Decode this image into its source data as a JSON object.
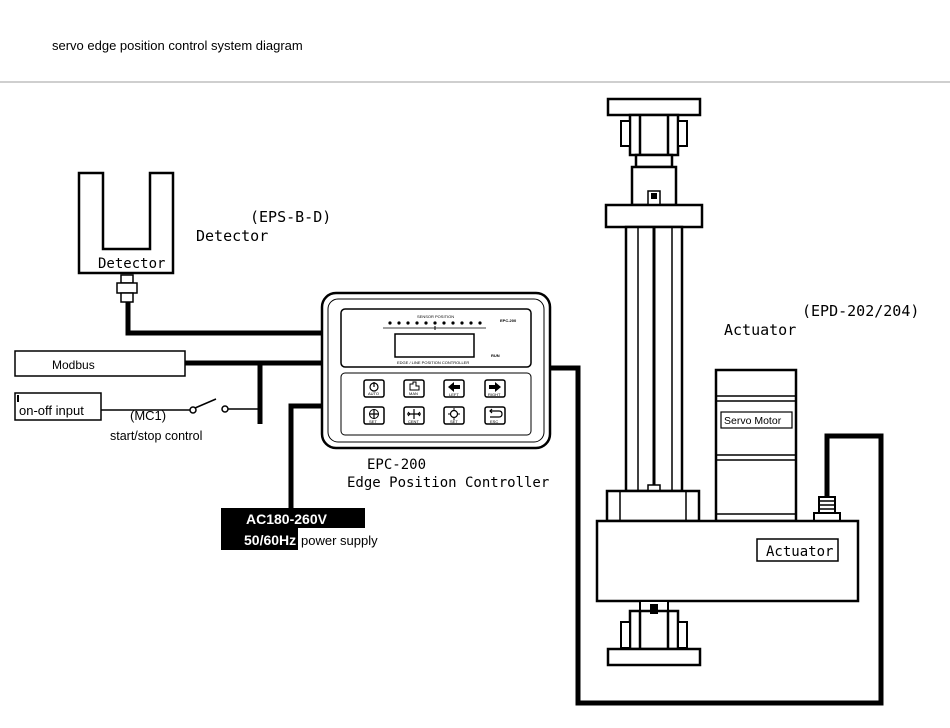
{
  "title": "servo edge position control system diagram",
  "detector": {
    "model": "(EPS-B-D)",
    "label": "Detector",
    "box_label": "Detector"
  },
  "modbus_label": "Modbus",
  "onoff_label": "on-off input",
  "mc1": {
    "code": "(MC1)",
    "label": "start/stop control"
  },
  "controller": {
    "model": "EPC-200",
    "name": "Edge Position Controller",
    "panel_header": "SENSOR POSITION",
    "panel_model": "EPC-200",
    "panel_footer": "EDGE / LINE POSITION CONTROLLER",
    "run_tag": "RUN",
    "buttons": [
      "AUTO",
      "MAN",
      "LEFT",
      "RIGHT",
      "SET",
      "CENT",
      "SET",
      "ESC"
    ]
  },
  "power": {
    "voltage": "AC180-260V",
    "frequency": "50/60Hz",
    "label": "power supply"
  },
  "actuator": {
    "model": "(EPD-202/204)",
    "label": "Actuator",
    "motor_label": "Servo Motor",
    "base_label": "Actuator"
  }
}
